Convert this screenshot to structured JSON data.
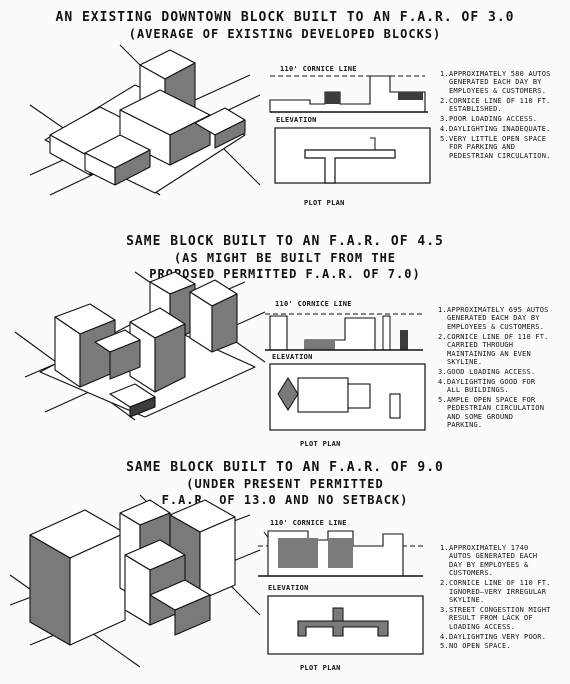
{
  "sections": [
    {
      "title_line1": "AN EXISTING DOWNTOWN BLOCK BUILT TO AN F.A.R. OF 3.0",
      "title_line2": "(AVERAGE OF EXISTING DEVELOPED BLOCKS)",
      "cornice_label": "110' CORNICE LINE",
      "elevation_label": "ELEVATION",
      "plot_plan_label": "PLOT PLAN",
      "notes": [
        {
          "num": "1.",
          "text": "APPROXIMATELY 580 AUTOS GENERATED EACH DAY BY EMPLOYEES & CUSTOMERS."
        },
        {
          "num": "2.",
          "text": "CORNICE LINE OF 110 FT. ESTABLISHED."
        },
        {
          "num": "3.",
          "text": "POOR LOADING ACCESS."
        },
        {
          "num": "4.",
          "text": "DAYLIGHTING INADEQUATE."
        },
        {
          "num": "5.",
          "text": "VERY LITTLE OPEN SPACE FOR PARKING AND PEDESTRIAN CIRCULATION."
        }
      ]
    },
    {
      "title_line1": "SAME BLOCK BUILT TO AN F.A.R. OF 4.5",
      "title_line2": "(AS MIGHT BE BUILT FROM THE",
      "title_line3": "PROPOSED PERMITTED F.A.R. OF 7.0)",
      "cornice_label": "110' CORNICE LINE",
      "elevation_label": "ELEVATION",
      "plot_plan_label": "PLOT PLAN",
      "notes": [
        {
          "num": "1.",
          "text": "APPROXIMATELY 695 AUTOS GENERATED EACH DAY BY EMPLOYEES & CUSTOMERS."
        },
        {
          "num": "2.",
          "text": "CORNICE LINE OF 110 FT. CARRIED THROUGH MAINTAINING AN EVEN SKYLINE."
        },
        {
          "num": "3.",
          "text": "GOOD LOADING ACCESS."
        },
        {
          "num": "4.",
          "text": "DAYLIGHTING GOOD FOR ALL BUILDINGS."
        },
        {
          "num": "5.",
          "text": "AMPLE OPEN SPACE FOR PEDESTRIAN CIRCULATION AND SOME GROUND PARKING."
        }
      ]
    },
    {
      "title_line1": "SAME BLOCK BUILT TO AN F.A.R. OF 9.0",
      "title_line2": "(UNDER PRESENT PERMITTED",
      "title_line3": "F.A.R. OF 13.0 AND NO SETBACK)",
      "cornice_label": "110' CORNICE LINE",
      "elevation_label": "ELEVATION",
      "plot_plan_label": "PLOT PLAN",
      "notes": [
        {
          "num": "1.",
          "text": "APPROXIMATELY 1740 AUTOS GENERATED EACH DAY BY EMPLOYEES & CUSTOMERS."
        },
        {
          "num": "2.",
          "text": "CORNICE LINE OF 110 FT. IGNORED—VERY IRREGULAR SKYLINE."
        },
        {
          "num": "3.",
          "text": "STREET CONGESTION MIGHT RESULT FROM LACK OF LOADING ACCESS."
        },
        {
          "num": "4.",
          "text": "DAYLIGHTING VERY POOR."
        },
        {
          "num": "5.",
          "text": "NO OPEN SPACE."
        }
      ]
    }
  ],
  "colors": {
    "ink": "#111111",
    "shade": "#7a7a7a",
    "dark": "#3c3c3c",
    "paper": "#fbfbf9"
  }
}
